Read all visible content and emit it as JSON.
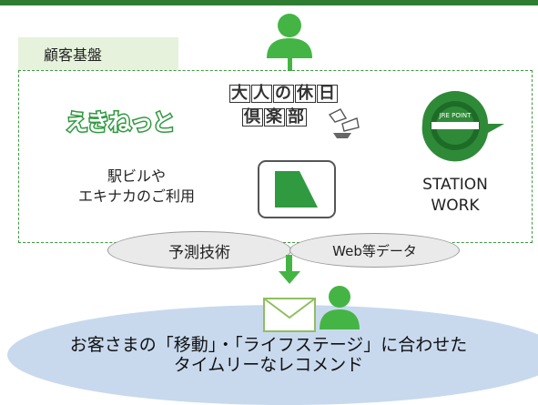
{
  "base": {
    "label": "顧客基盤"
  },
  "logos": {
    "ekinet": "えきねっと",
    "otona_chars": [
      "大",
      "人",
      "の",
      "休",
      "日"
    ],
    "otona_line2_chars": [
      "倶",
      "楽",
      "部"
    ],
    "station_building_line1": "駅ビルや",
    "station_building_line2": "エキナカのご利用",
    "jre_point": "JRE POINT",
    "station_work_line1": "STATION",
    "station_work_line2": "WORK"
  },
  "ovals": {
    "prediction": "予測技術",
    "web_data": "Web等データ"
  },
  "result": {
    "line1": "お客さまの「移動」・「ライフステージ」に合わせた",
    "line2": "タイムリーなレコメンド"
  },
  "colors": {
    "person": "#44b544",
    "accent_green": "#2f9a3f",
    "dark_green": "#2e7d32",
    "ellipse_blue": "#c8d9ee"
  }
}
